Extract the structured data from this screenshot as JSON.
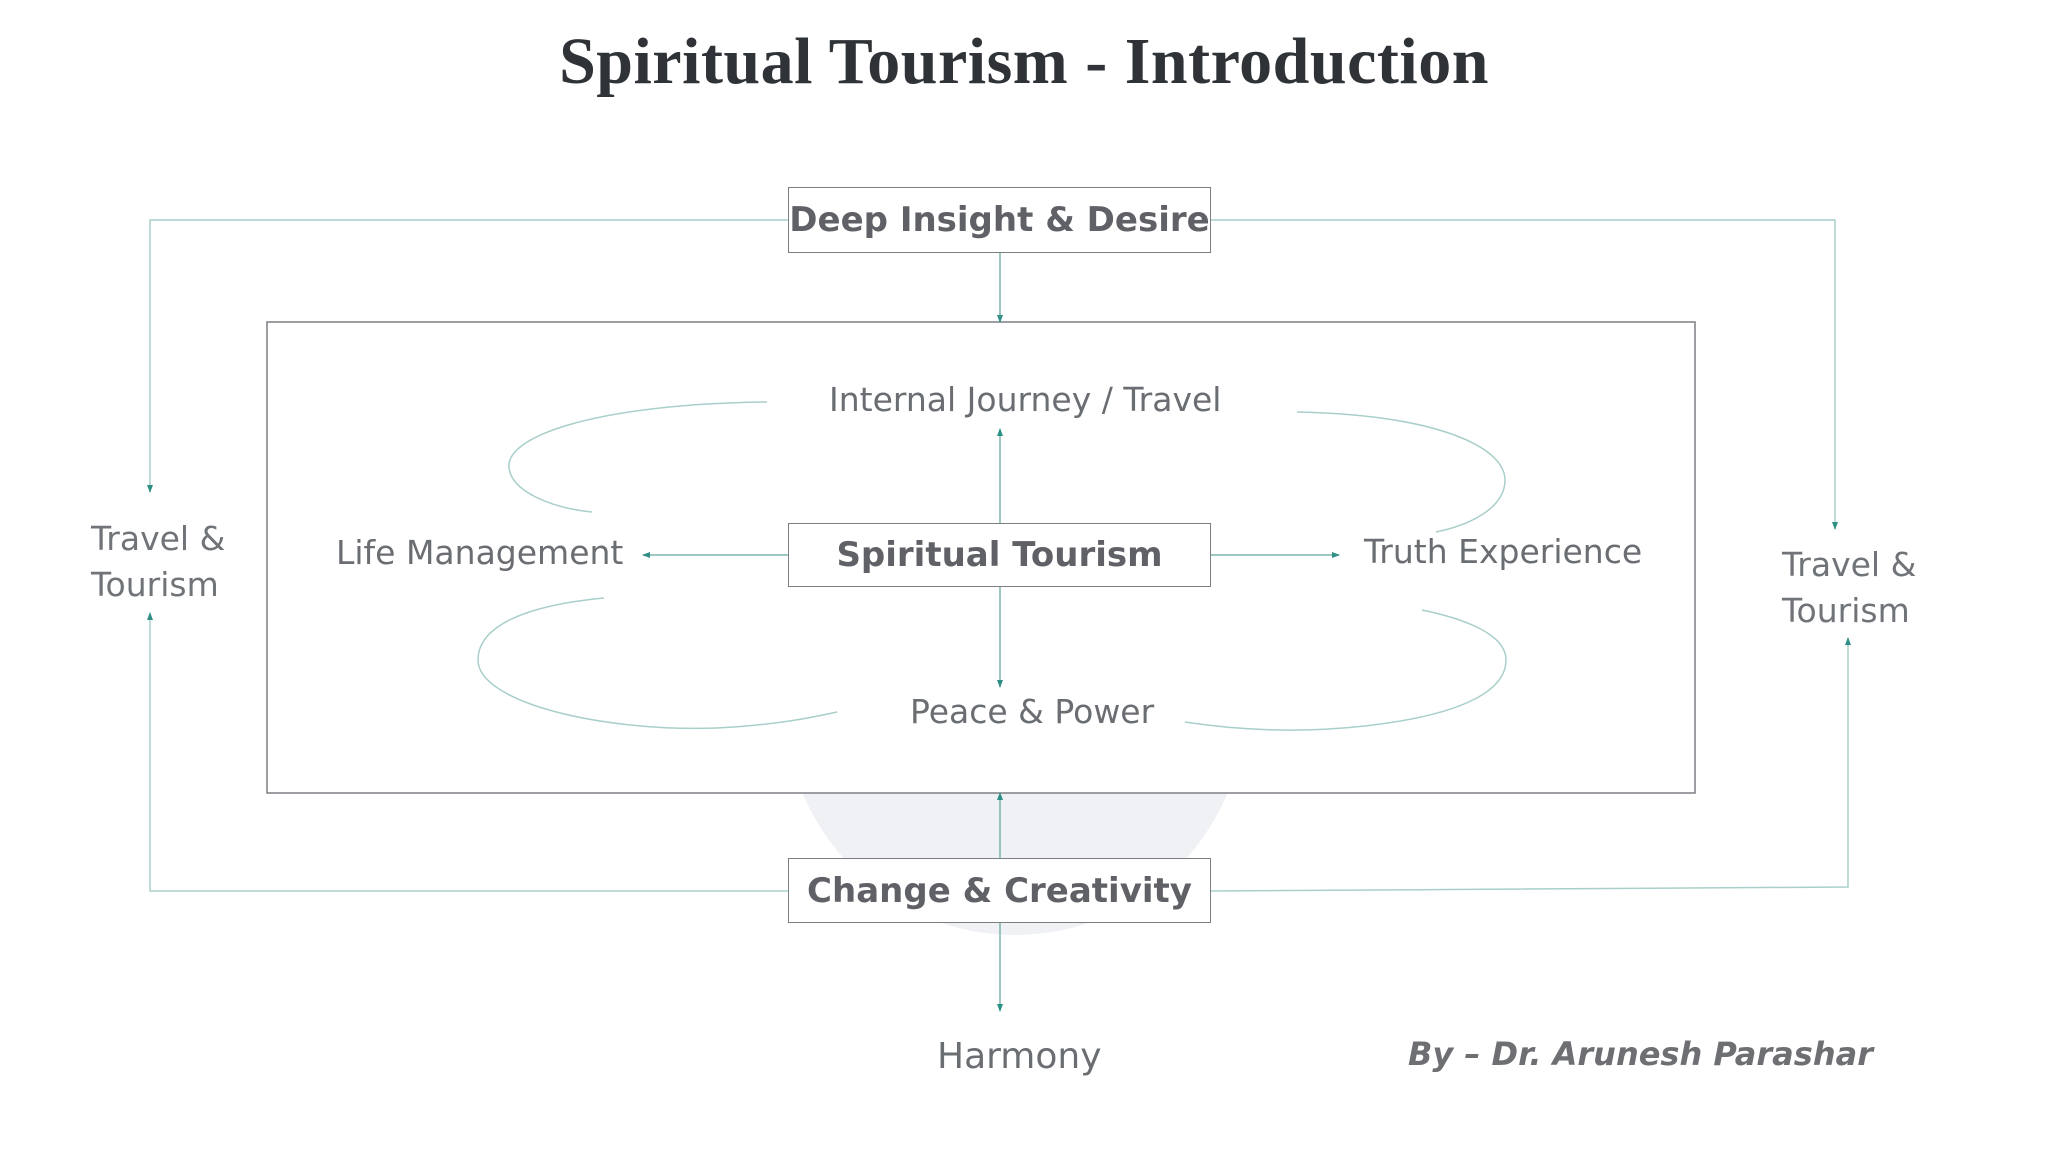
{
  "title": "Spiritual Tourism - Introduction",
  "boxes": {
    "top": "Deep Insight & Desire",
    "center": "Spiritual Tourism",
    "bottom": "Change & Creativity"
  },
  "labels": {
    "up": "Internal Journey / Travel",
    "left": "Life Management",
    "right": "Truth Experience",
    "down": "Peace & Power",
    "harmony": "Harmony"
  },
  "side_left": [
    "Travel &",
    "Tourism"
  ],
  "side_right": [
    "Travel &",
    "Tourism"
  ],
  "author": "By – Dr. Arunesh Parashar",
  "colors": {
    "connector": "#7fb3ad",
    "arrowhead": "#2f8f84",
    "box_border": "#7b7f84",
    "text": "#6a6d71",
    "title": "#2f3236",
    "backdrop": "#eef0f4"
  }
}
